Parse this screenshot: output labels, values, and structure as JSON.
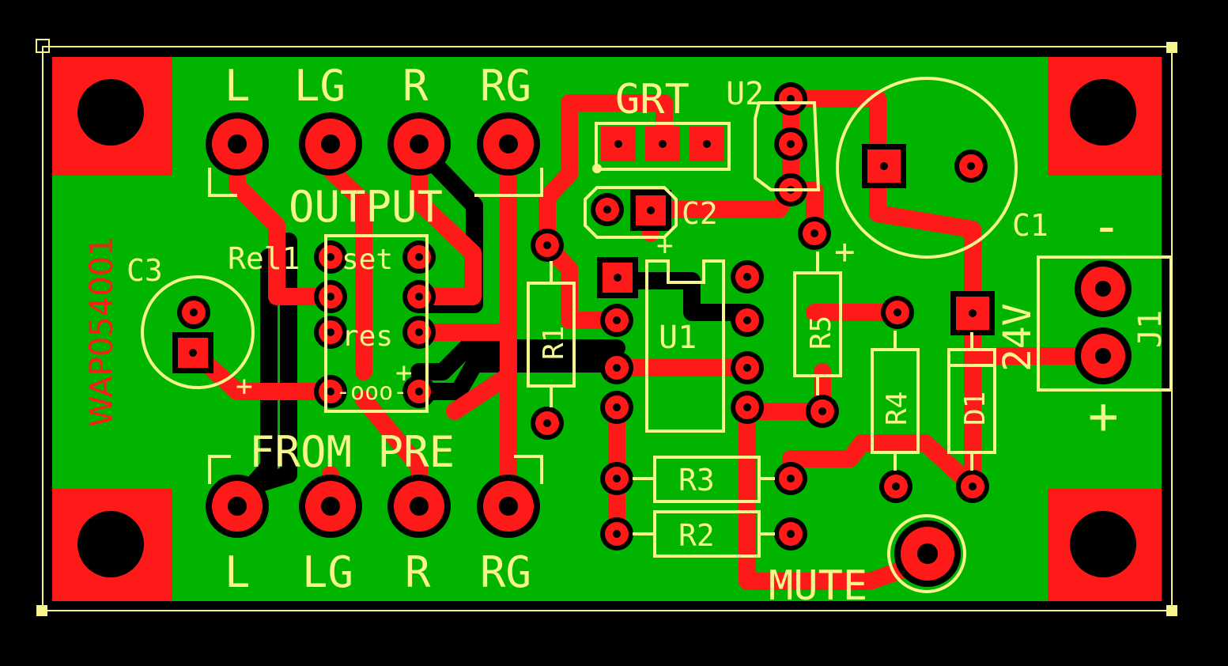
{
  "board": {
    "board_id": "WAP054001",
    "colors": {
      "background": "#000000",
      "board": "#00b400",
      "copper": "#ff1a1a",
      "silk": "#f5f58c",
      "drill": "#000000"
    }
  },
  "labels": {
    "output_title": "OUTPUT",
    "input_title": "FROM PRE",
    "out_l": "L",
    "out_lg": "LG",
    "out_r": "R",
    "out_rg": "RG",
    "in_l": "L",
    "in_lg": "LG",
    "in_r": "R",
    "in_rg": "RG",
    "grt": "GRT",
    "u2": "U2",
    "c1": "C1",
    "c2": "C2",
    "c3": "C3",
    "rel1": "Rel1",
    "relay_set": "set",
    "relay_res": "res",
    "relay_plus": "+",
    "relay_coil": "-ooo-",
    "r1": "R1",
    "r2": "R2",
    "r3": "R3",
    "r4": "R4",
    "r5": "R5",
    "u1": "U1",
    "d1": "D1",
    "j1": "J1",
    "voltage": "24V",
    "minus": "-",
    "plus": "+",
    "mute": "MUTE"
  }
}
